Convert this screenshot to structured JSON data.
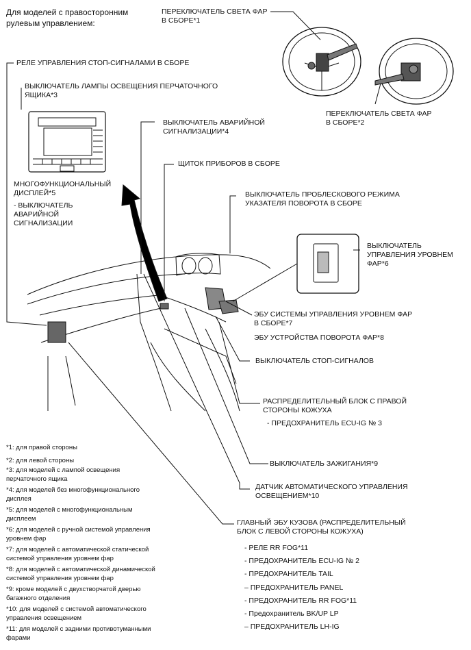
{
  "header": {
    "line1": "Для моделей с правосторонним",
    "line2": "рулевым управлением:"
  },
  "labels": {
    "headlight_switch_1": [
      "ПЕРЕКЛЮЧАТЕЛЬ СВЕТА ФАР",
      "В СБОРЕ*1"
    ],
    "headlight_switch_2": [
      "ПЕРЕКЛЮЧАТЕЛЬ СВЕТА ФАР",
      "В СБОРЕ*2"
    ],
    "stop_relay": "РЕЛЕ УПРАВЛЕНИЯ СТОП-СИГНАЛАМИ В СБОРЕ",
    "glovebox_switch": [
      "ВЫКЛЮЧАТЕЛЬ ЛАМПЫ ОСВЕЩЕНИЯ ПЕРЧАТОЧНОГО",
      "ЯЩИКА*3"
    ],
    "hazard_switch": [
      "ВЫКЛЮЧАТЕЛЬ АВАРИЙНОЙ",
      "СИГНАЛИЗАЦИИ*4"
    ],
    "instrument_panel": "ЩИТОК ПРИБОРОВ В СБОРЕ",
    "multi_display": [
      "МНОГОФУНКЦИОНАЛЬНЫЙ",
      "ДИСПЛЕЙ*5"
    ],
    "multi_display_sub": [
      "- ВЫКЛЮЧАТЕЛЬ",
      "АВАРИЙНОЙ",
      "СИГНАЛИЗАЦИИ"
    ],
    "turn_flasher": [
      "ВЫКЛЮЧАТЕЛЬ ПРОБЛЕСКОВОГО РЕЖИМА",
      "УКАЗАТЕЛЯ ПОВОРОТА В СБОРЕ"
    ],
    "leveling_switch": [
      "ВЫКЛЮЧАТЕЛЬ",
      "УПРАВЛЕНИЯ УРОВНЕМ",
      "ФАР*6"
    ],
    "leveling_ecu": [
      "ЭБУ СИСТЕМЫ УПРАВЛЕНИЯ УРОВНЕМ ФАР",
      "В СБОРЕ*7"
    ],
    "swivel_ecu": "ЭБУ УСТРОЙСТВА ПОВОРОТА ФАР*8",
    "stop_switch": "ВЫКЛЮЧАТЕЛЬ СТОП-СИГНАЛОВ",
    "rh_junction": [
      "РАСПРЕДЕЛИТЕЛЬНЫЙ БЛОК С ПРАВОЙ",
      "СТОРОНЫ КОЖУХА"
    ],
    "rh_junction_sub": "- ПРЕДОХРАНИТЕЛЬ ECU-IG № 3",
    "ignition_switch": "ВЫКЛЮЧАТЕЛЬ ЗАЖИГАНИЯ*9",
    "light_sensor": [
      "ДАТЧИК АВТОМАТИЧЕСКОГО УПРАВЛЕНИЯ",
      "ОСВЕЩЕНИЕМ*10"
    ],
    "body_ecu": [
      "ГЛАВНЫЙ ЭБУ КУЗОВА (РАСПРЕДЕЛИТЕЛЬНЫЙ",
      "БЛОК С ЛЕВОЙ СТОРОНЫ КОЖУХА)"
    ],
    "body_ecu_items": [
      "- РЕЛЕ RR FOG*11",
      "- ПРЕДОХРАНИТЕЛЬ ECU-IG № 2",
      "- ПРЕДОХРАНИТЕЛЬ TAIL",
      "– ПРЕДОХРАНИТЕЛЬ PANEL",
      "- ПРЕДОХРАНИТЕЛЬ RR FOG*11",
      "- Предохранитель BK/UP LP",
      "– ПРЕДОХРАНИТЕЛЬ LH-IG"
    ]
  },
  "footnotes": [
    [
      "*1: для правой стороны"
    ],
    [
      "*2: для левой стороны"
    ],
    [
      "*3: для моделей с лампой освещения",
      "перчаточного ящика"
    ],
    [
      "*4: для моделей без многофункционального",
      "дисплея"
    ],
    [
      "*5: для моделей с многофункциональным",
      "дисплеем"
    ],
    [
      "*6: для моделей с ручной системой управления",
      "уровнем фар"
    ],
    [
      "*7: для моделей с автоматической статической",
      "системой управления уровнем фар"
    ],
    [
      "*8: для моделей с автоматической динамической",
      "системой управления уровнем фар"
    ],
    [
      "*9: кроме моделей с двухстворчатой дверью",
      "багажного отделения"
    ],
    [
      "*10: для моделей с системой автоматического",
      "управления освещением"
    ],
    [
      "*11: для моделей с задними противотуманными",
      "фарами"
    ]
  ],
  "colors": {
    "ink": "#111111",
    "arrow": "#000000"
  }
}
